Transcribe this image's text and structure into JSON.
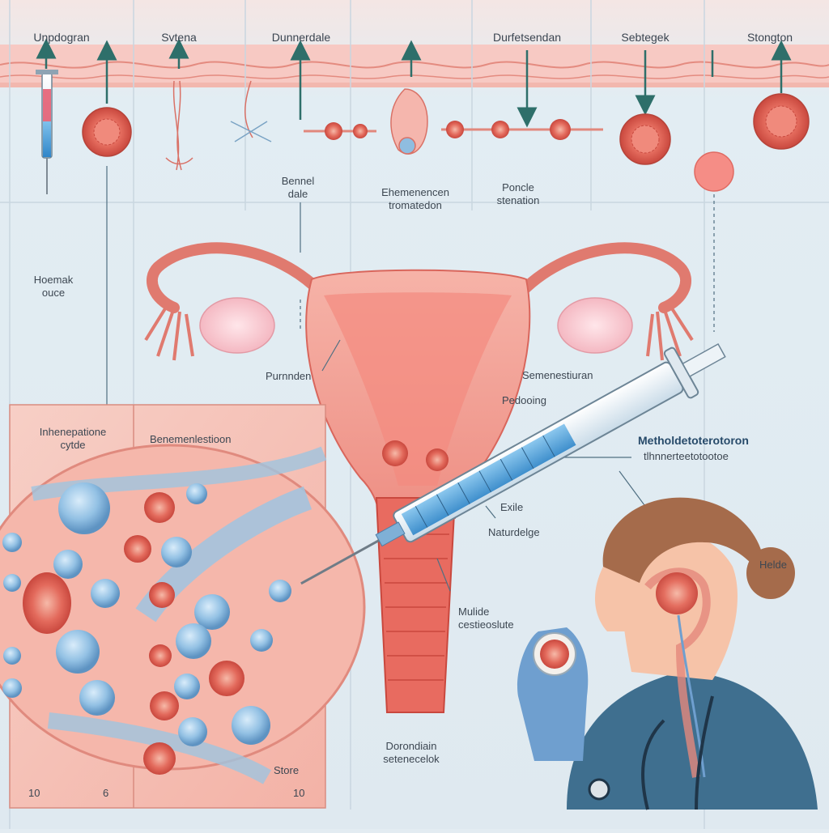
{
  "top_labels": [
    "Unpdogran",
    "Svtena",
    "Dunnerdale",
    "Durfetsendan",
    "Sebtegek",
    "Stongton"
  ],
  "mid_labels": {
    "bennel": "Bennel\ndale",
    "ehenemen": "Ehemenencen\ntromatedon",
    "poncle": "Poncle\nstenation"
  },
  "left_labels": {
    "hoemak": "Hoemak\nouce",
    "inhene": "Inhenepatione\ncytde",
    "benenen": "Benemenlestioon"
  },
  "uterus_labels": {
    "purnnden": "Purnnden",
    "semenestiuran": "Semenestiuran",
    "pedoong": "Pedooing",
    "methol": "Metholdetoterotoron",
    "thenner": "tlhnnerteetotootoe",
    "exile": "Exile",
    "naturdelge": "Naturdelge",
    "mulide": "Mulide\ncestieoslute",
    "dorondiain": "Dorondiain\nsetenecelok"
  },
  "nurse_labels": {
    "helde": "Helde"
  },
  "footer_labels": {
    "left_num": "10",
    "mid_num": "6",
    "right_num": "10",
    "store": "Store"
  },
  "colors": {
    "background": "#e3ecf2",
    "tissue_band": "#f7c9c3",
    "uterus": "#f19a90",
    "uterus_dark": "#d9665c",
    "cell": "#e35b50",
    "blue_cell": "#8fbde0",
    "glove": "#6f9fcf",
    "scrubs": "#3f6f8f",
    "arrow": "#2e6f6a"
  }
}
